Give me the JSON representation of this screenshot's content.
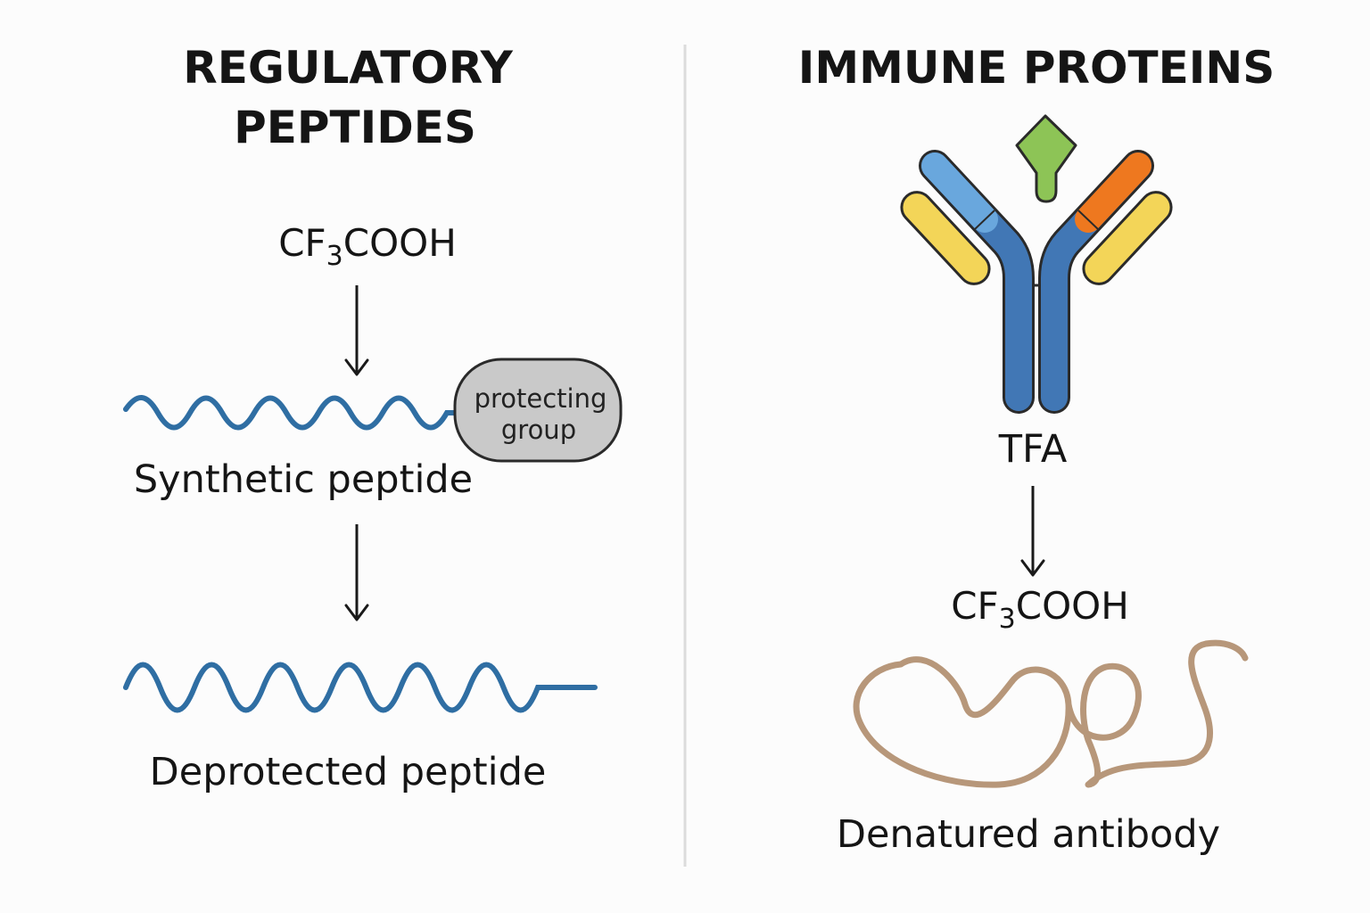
{
  "left_panel": {
    "title_line1": "REGULATORY",
    "title_line2": "PEPTIDES",
    "reagent": {
      "prefix": "CF",
      "subscript": "3",
      "suffix": "COOH"
    },
    "protecting_group": {
      "line1": "protecting",
      "line2": "group"
    },
    "synthetic_label": "Synthetic peptide",
    "deprotected_label": "Deprotected peptide"
  },
  "right_panel": {
    "title": "IMMUNE PROTEINS",
    "reagent_name": "TFA",
    "reagent": {
      "prefix": "CF",
      "subscript": "3",
      "suffix": "COOH"
    },
    "denatured_label": "Denatured antibody"
  },
  "colors": {
    "peptide_blue": "#2f6ea3",
    "heavy_chain_blue": "#4177b5",
    "light_blue": "#69a7dd",
    "light_chain_yellow": "#f3d558",
    "variable_orange": "#ee781f",
    "antigen_green": "#8dc456",
    "protecting_group_gray": "#c9c9c9",
    "denatured_tan": "#b7977a",
    "divider": "#dcdcdc"
  },
  "icons": [
    "antibody-icon",
    "antigen-icon",
    "peptide-chain-icon",
    "denatured-chain-icon",
    "arrow-down-icon"
  ]
}
